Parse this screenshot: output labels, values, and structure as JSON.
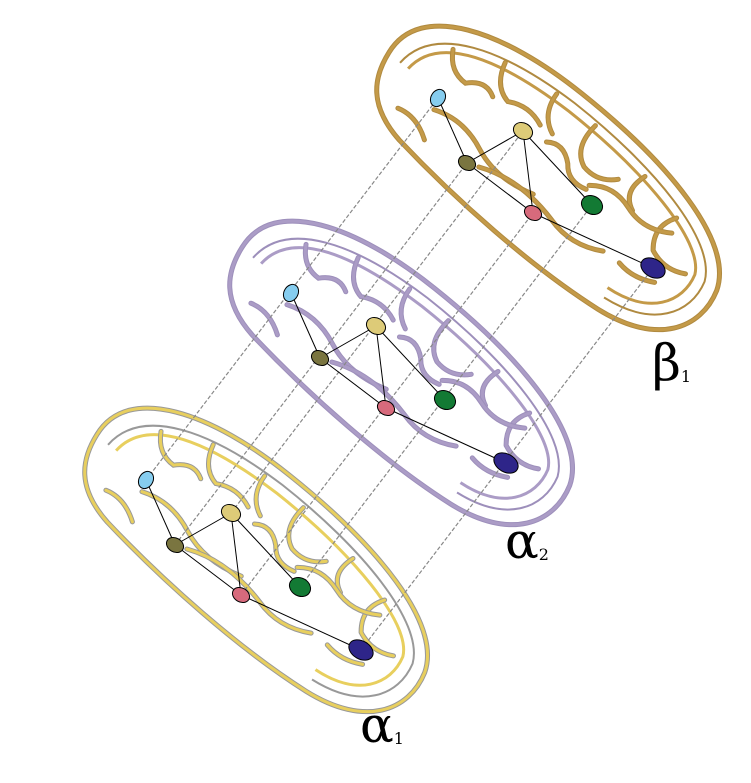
{
  "layers": [
    {
      "label": "β",
      "subscript": "1",
      "stroke": "#c49a48",
      "fill": "#e2c68e",
      "outline": "#b08a40"
    },
    {
      "label": "α",
      "subscript": "2",
      "stroke": "#ab9cc6",
      "fill": "#c6badb",
      "outline": "#9d8fbb"
    },
    {
      "label": "α",
      "subscript": "1",
      "stroke": "#e8cf5e",
      "fill": "#f3df86",
      "outline": "#999999"
    }
  ],
  "nodes": [
    {
      "id": "light-blue",
      "color": "#86cdef"
    },
    {
      "id": "khaki",
      "color": "#ddcb78"
    },
    {
      "id": "olive",
      "color": "#7a7540"
    },
    {
      "id": "pink",
      "color": "#d76a7c"
    },
    {
      "id": "green",
      "color": "#137a34"
    },
    {
      "id": "navy",
      "color": "#2e2589"
    }
  ],
  "edges": [
    [
      "light-blue",
      "olive"
    ],
    [
      "olive",
      "khaki"
    ],
    [
      "olive",
      "pink"
    ],
    [
      "khaki",
      "pink"
    ],
    [
      "khaki",
      "green"
    ],
    [
      "pink",
      "navy"
    ]
  ],
  "connector_color": "#888888"
}
